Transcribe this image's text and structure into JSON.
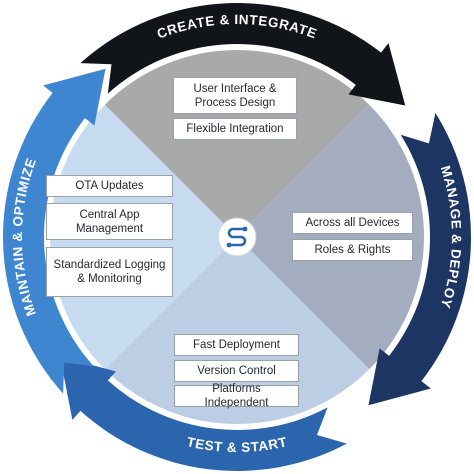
{
  "ring_labels": {
    "top": "CREATE & INTEGRATE",
    "right": "MANAGE & DEPLOY",
    "bottom": "TEST & START",
    "left": "MAINTAIN & OPTIMIZE"
  },
  "quadrants": {
    "top": {
      "color": "#a8a9ab",
      "items": [
        "User Interface & Process Design",
        "Flexible Integration"
      ]
    },
    "right": {
      "color": "#a3adbf",
      "items": [
        "Across all Devices",
        "Roles & Rights"
      ]
    },
    "bottom": {
      "color": "#bccee3",
      "items": [
        "Fast Deployment",
        "Version Control",
        "Platforms Independent"
      ]
    },
    "left": {
      "color": "#c6daf0",
      "items": [
        "OTA Updates",
        "Central App Management",
        "Standardized Logging & Monitoring"
      ]
    }
  },
  "arrow_colors": {
    "top": "#111418",
    "right": "#1c3563",
    "bottom": "#2a65ae",
    "left": "#3f86d0"
  },
  "center_icon": "sync-link-icon"
}
